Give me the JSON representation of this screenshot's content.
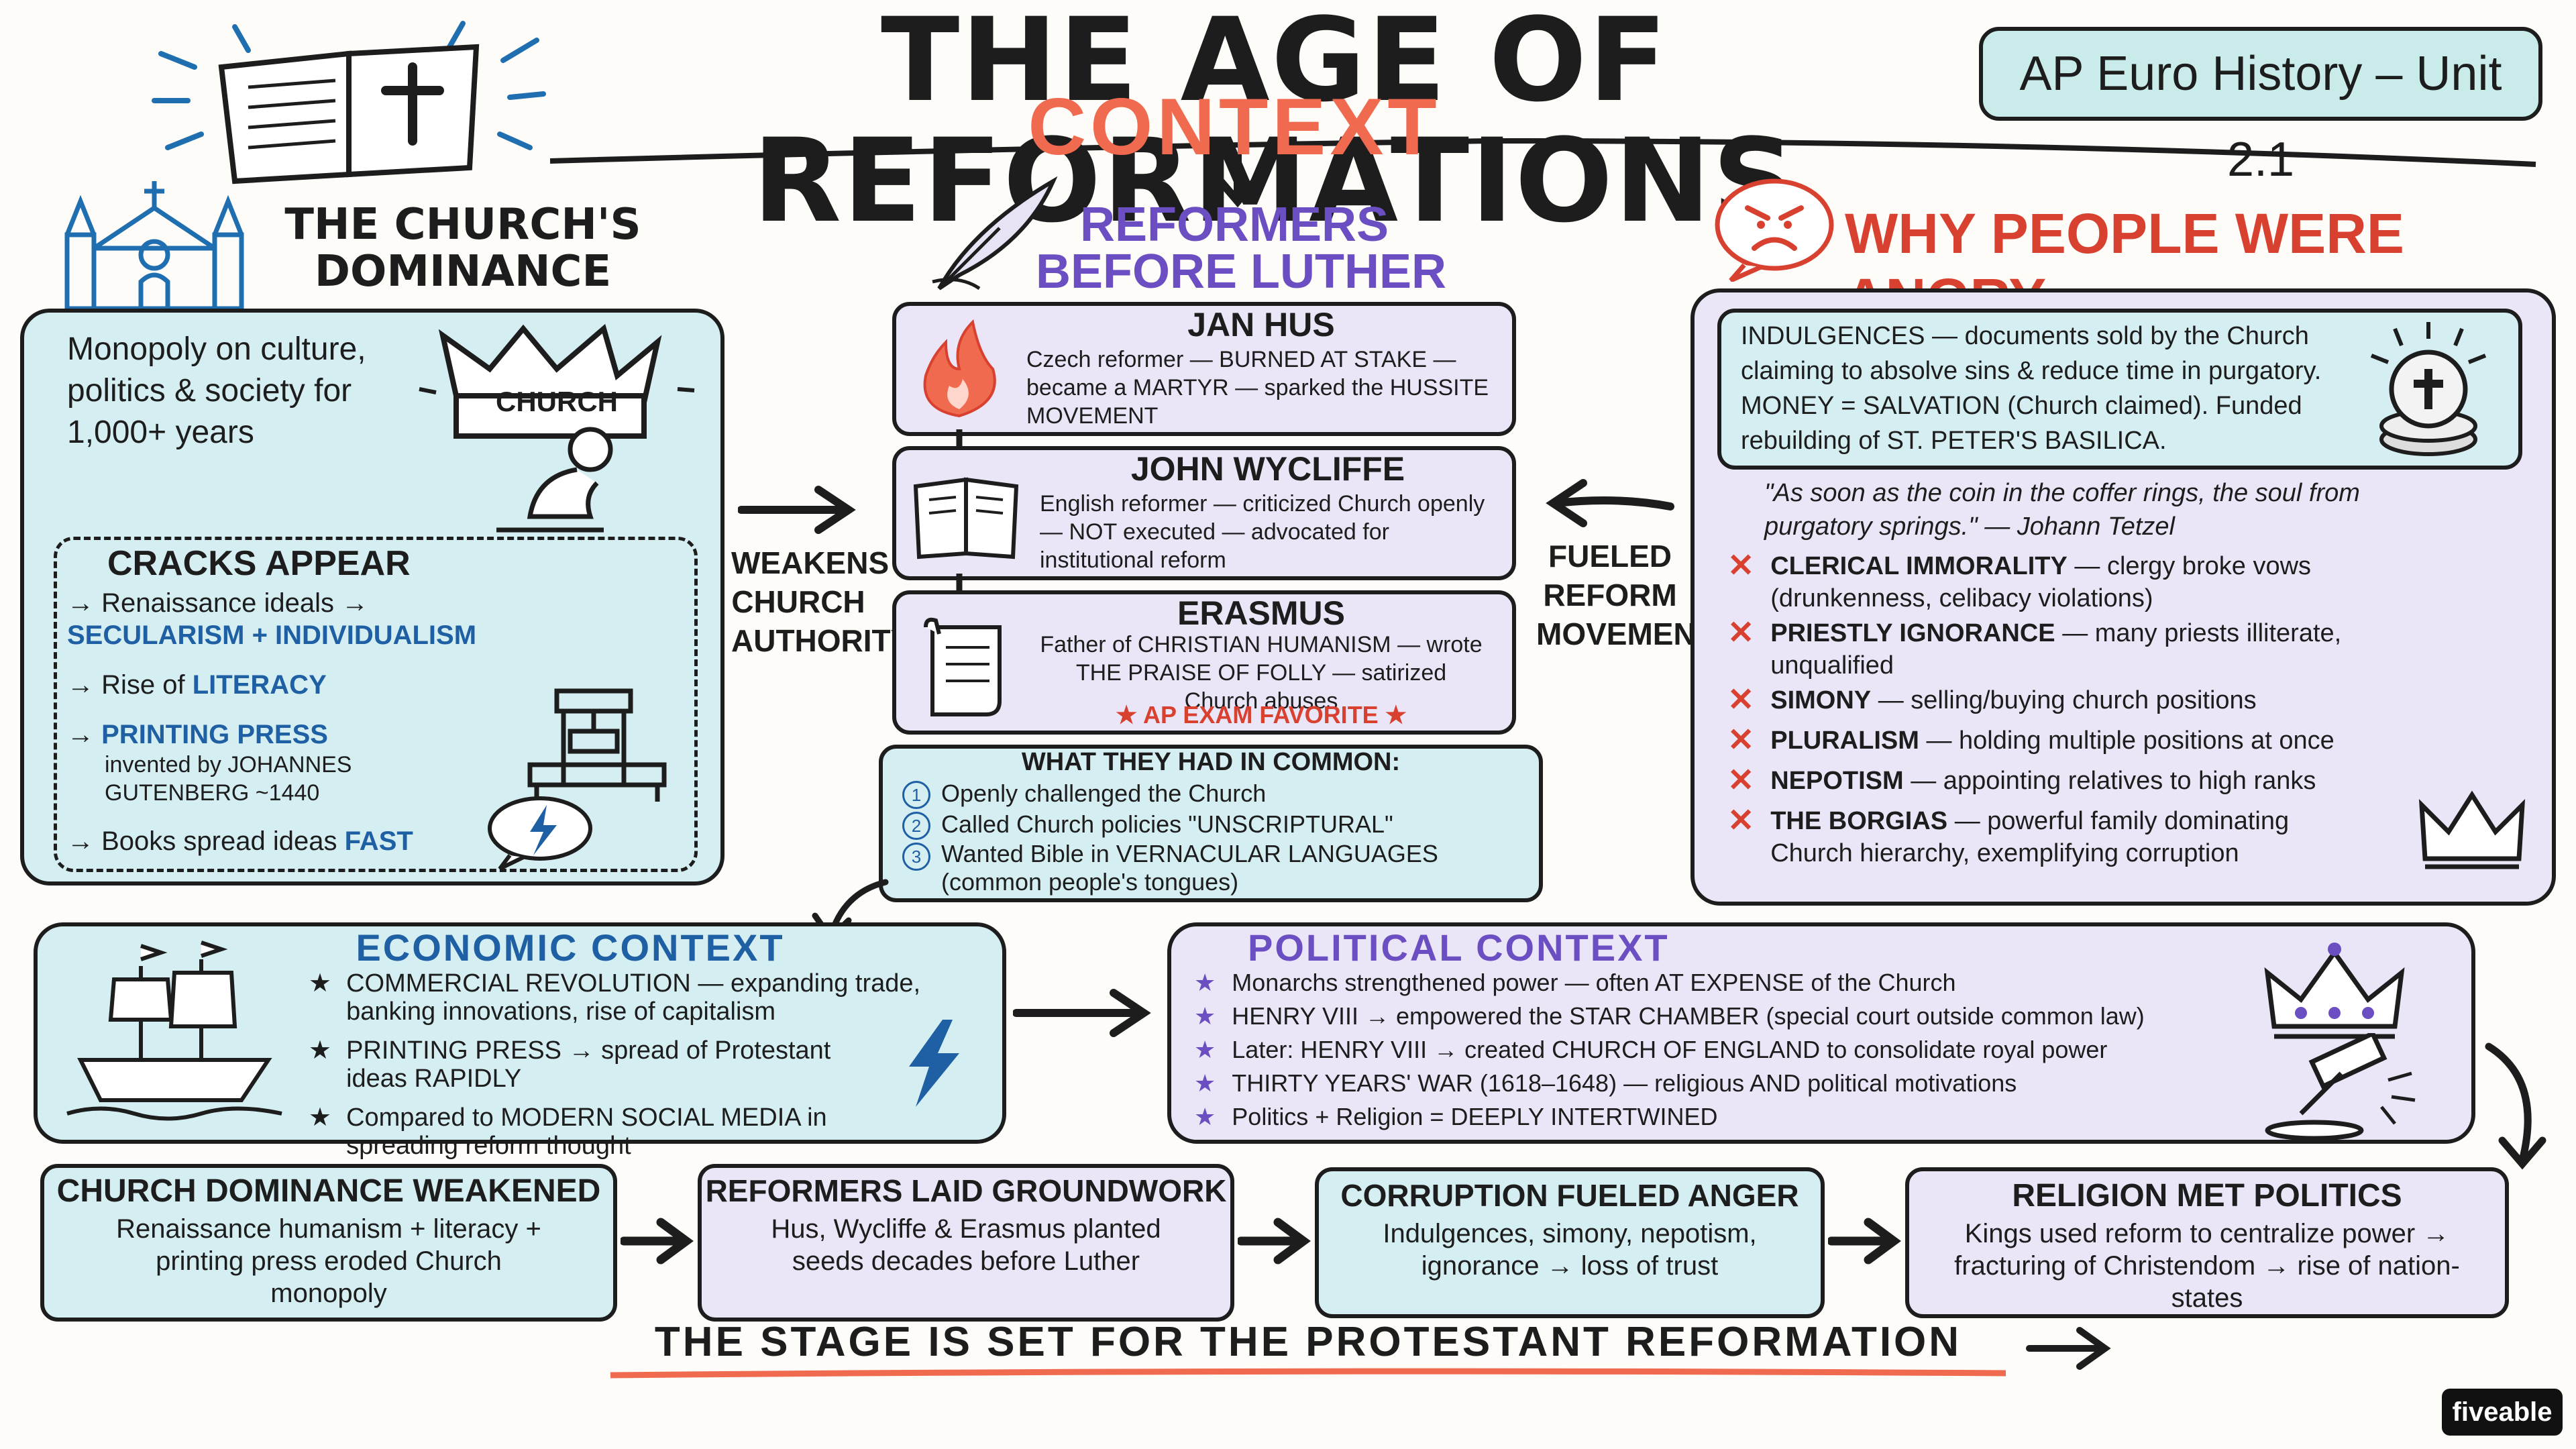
{
  "title": "THE AGE OF REFORMATIONS",
  "badge": "AP Euro History – Unit 2.1",
  "context_label": "CONTEXT",
  "church": {
    "heading_line1": "THE CHURCH'S",
    "heading_line2": "DOMINANCE",
    "monopoly_text": "Monopoly on culture, politics & society for 1,000+ years",
    "crown_label": "CHURCH",
    "cracks_heading": "CRACKS APPEAR",
    "cracks": [
      {
        "prefix": "Renaissance ideals →",
        "highlight": "SECULARISM + INDIVIDUALISM",
        "suffix": ""
      },
      {
        "prefix": "Rise of",
        "highlight": "LITERACY",
        "suffix": ""
      },
      {
        "prefix": "",
        "highlight": "PRINTING PRESS",
        "suffix": "invented by JOHANNES GUTENBERG ~1440"
      },
      {
        "prefix": "Books spread ideas",
        "highlight": "FAST",
        "suffix": ""
      }
    ]
  },
  "weakens_label": "WEAKENS CHURCH AUTHORITY",
  "fueled_label": "FUELED REFORM MOVEMENTS",
  "reformers": {
    "heading_line1": "REFORMERS",
    "heading_line2": "BEFORE LUTHER",
    "hus": {
      "name": "JAN HUS",
      "desc": "Czech reformer — BURNED AT STAKE — became a MARTYR — sparked the HUSSITE MOVEMENT"
    },
    "wycliffe": {
      "name": "JOHN WYCLIFFE",
      "desc": "English reformer — criticized Church openly — NOT executed — advocated for institutional reform"
    },
    "erasmus": {
      "name": "ERASMUS",
      "desc": "Father of CHRISTIAN HUMANISM — wrote THE PRAISE OF FOLLY — satirized Church abuses",
      "tag": "★ AP EXAM FAVORITE ★"
    },
    "common_heading": "WHAT THEY HAD IN COMMON:",
    "common": [
      "Openly challenged the Church",
      "Called Church policies \"UNSCRIPTURAL\"",
      "Wanted Bible in VERNACULAR LANGUAGES (common people's tongues)"
    ],
    "common_nums": [
      "1",
      "2",
      "3"
    ]
  },
  "angry": {
    "heading": "WHY PEOPLE WERE ANGRY",
    "indulgences": "INDULGENCES — documents sold by the Church claiming to absolve sins & reduce time in purgatory. MONEY = SALVATION (Church claimed). Funded rebuilding of ST. PETER'S BASILICA.",
    "quote": "\"As soon as the coin in the coffer rings, the soul from purgatory springs.\" — Johann Tetzel",
    "items": [
      {
        "term": "CLERICAL IMMORALITY",
        "desc": "— clergy broke vows (drunkenness, celibacy violations)"
      },
      {
        "term": "PRIESTLY IGNORANCE",
        "desc": "— many priests illiterate, unqualified"
      },
      {
        "term": "SIMONY",
        "desc": "— selling/buying church positions"
      },
      {
        "term": "PLURALISM",
        "desc": "— holding multiple positions at once"
      },
      {
        "term": "NEPOTISM",
        "desc": "— appointing relatives to high ranks"
      },
      {
        "term": "THE BORGIAS",
        "desc": "— powerful family dominating Church hierarchy, exemplifying corruption"
      }
    ],
    "mark": "✕"
  },
  "economic": {
    "heading": "ECONOMIC CONTEXT",
    "items": [
      "COMMERCIAL REVOLUTION — expanding trade, banking innovations, rise of capitalism",
      "PRINTING PRESS → spread of Protestant ideas RAPIDLY",
      "Compared to MODERN SOCIAL MEDIA in spreading reform thought"
    ]
  },
  "political": {
    "heading": "POLITICAL CONTEXT",
    "items": [
      "Monarchs strengthened power — often AT EXPENSE of the Church",
      "HENRY VIII → empowered the STAR CHAMBER (special court outside common law)",
      "Later: HENRY VIII → created CHURCH OF ENGLAND to consolidate royal power",
      "THIRTY YEARS' WAR (1618–1648) — religious AND political motivations",
      "Politics + Religion = DEEPLY INTERTWINED"
    ]
  },
  "summary": [
    {
      "title": "CHURCH DOMINANCE WEAKENED",
      "body": "Renaissance humanism + literacy + printing press eroded Church monopoly"
    },
    {
      "title": "REFORMERS LAID GROUNDWORK",
      "body": "Hus, Wycliffe & Erasmus planted seeds decades before Luther"
    },
    {
      "title": "CORRUPTION FUELED ANGER",
      "body": "Indulgences, simony, nepotism, ignorance → loss of trust"
    },
    {
      "title": "RELIGION MET POLITICS",
      "body": "Kings used reform to centralize power → fracturing of Christendom → rise of nation-states"
    }
  ],
  "conclusion": "THE STAGE IS SET FOR THE PROTESTANT REFORMATION",
  "watermark": "fiveable",
  "colors": {
    "blue_panel": "#d4eef2",
    "purple_panel": "#ebe6f7",
    "accent_red": "#ef6a4f",
    "purple_heading": "#6b4fc2",
    "blue_heading": "#1f5fa3"
  }
}
